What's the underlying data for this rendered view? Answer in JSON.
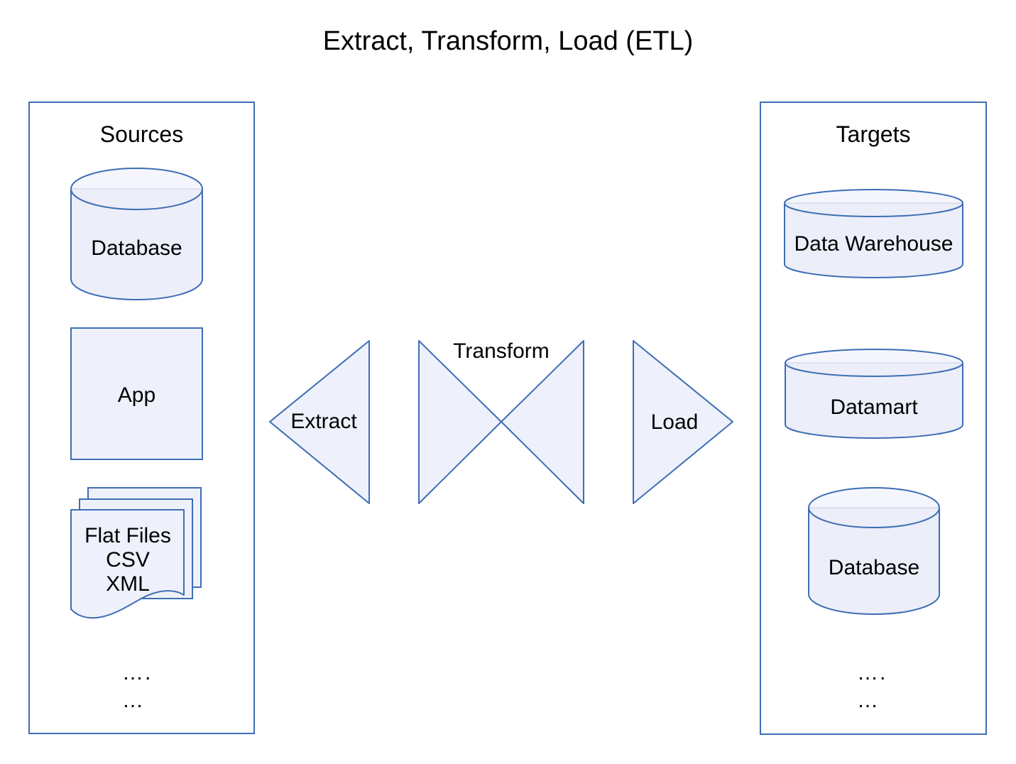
{
  "title": "Extract, Transform, Load (ETL)",
  "colors": {
    "stroke": "#3D6EB5",
    "shapeFill": "#EEF0FB",
    "cylBody": "#ECEEF9",
    "cylTop": "#F5F6FD",
    "seam": "#C9CDE0",
    "text": "#000000",
    "background": "#FFFFFF"
  },
  "sources": {
    "header": "Sources",
    "database_label": "Database",
    "app_label": "App",
    "files_lines": [
      "Flat Files",
      "CSV",
      "XML"
    ],
    "dots_line1": "….",
    "dots_line2": "…"
  },
  "flow": {
    "extract_label": "Extract",
    "transform_label": "Transform",
    "load_label": "Load"
  },
  "targets": {
    "header": "Targets",
    "warehouse_label": "Data Warehouse",
    "datamart_label": "Datamart",
    "database_label": "Database",
    "dots_line1": "….",
    "dots_line2": "…"
  }
}
